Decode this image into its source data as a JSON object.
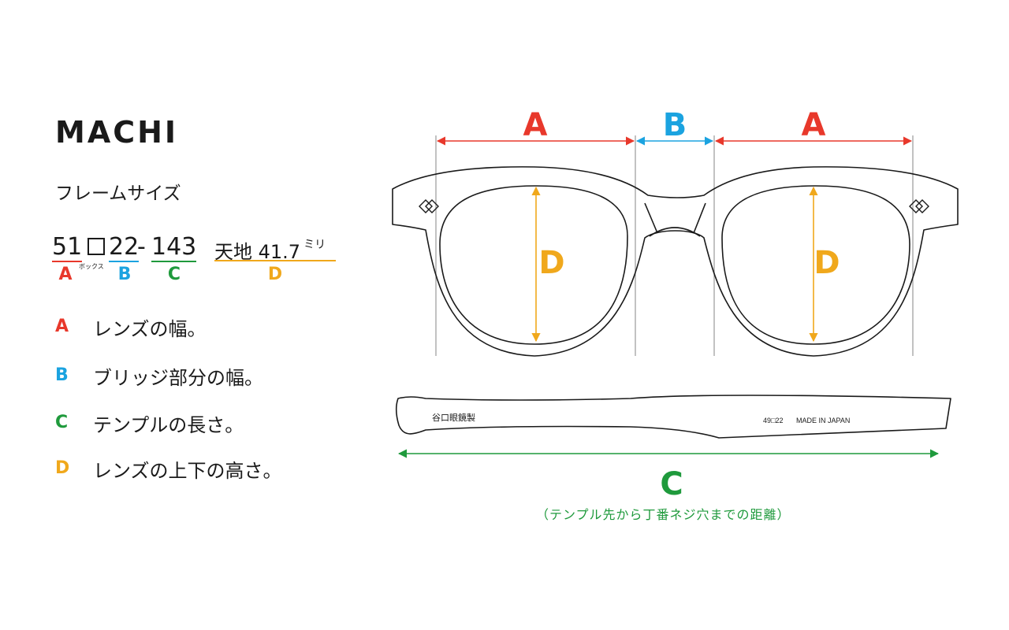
{
  "title": "MACHI",
  "subtitle": "フレームサイズ",
  "size_spec": {
    "lens": "51",
    "box_note": "ボックス",
    "bridge": "22",
    "dash": "-",
    "temple": "143",
    "height_label": "天地 41.7",
    "height_unit": "ミリ",
    "letters": {
      "a": "A",
      "b": "B",
      "c": "C",
      "d": "D"
    }
  },
  "legend": [
    {
      "letter": "A",
      "text": "レンズの幅。"
    },
    {
      "letter": "B",
      "text": "ブリッジ部分の幅。"
    },
    {
      "letter": "C",
      "text": "テンプルの長さ。"
    },
    {
      "letter": "D",
      "text": "レンズの上下の高さ。"
    }
  ],
  "diagram": {
    "label_a_left": "A",
    "label_b": "B",
    "label_a_right": "A",
    "label_d_left": "D",
    "label_d_right": "D",
    "label_c": "C",
    "temple_maker": "谷口眼鏡製",
    "temple_size": "49□22",
    "temple_origin": "MADE IN JAPAN",
    "c_caption": "（テンプル先から丁番ネジ穴までの距離）"
  },
  "colors": {
    "a": "#e8382b",
    "b": "#1ba3e0",
    "c": "#1f9a3c",
    "d": "#f0a81c",
    "ink": "#1a1a1a",
    "guide": "#9a9a9a"
  }
}
